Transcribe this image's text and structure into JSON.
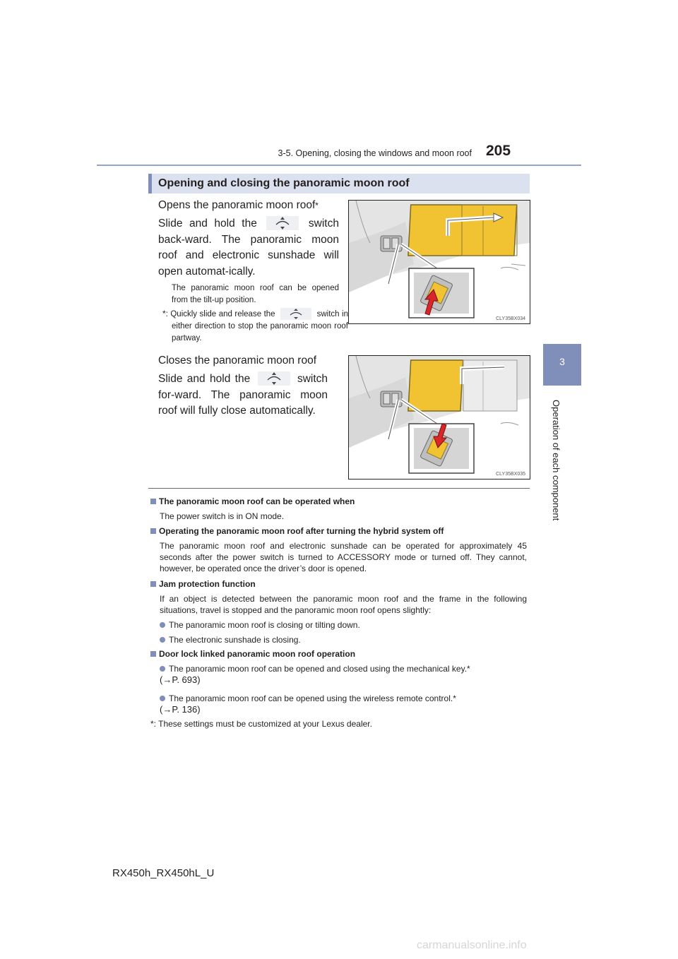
{
  "header": {
    "section_title": "3-5. Opening, closing the windows and moon roof",
    "page_number": "205"
  },
  "side_tab": {
    "number": "3",
    "label": "Operation of each component"
  },
  "section": {
    "title": "Opening and closing the panoramic moon roof"
  },
  "open": {
    "heading": "Opens the panoramic moon roof",
    "heading_mark": "*",
    "text_before": "Slide and hold the",
    "text_after": "switch back-ward. The panoramic moon roof and electronic sunshade will open automat-ically.",
    "sub_note": "The panoramic moon roof can be opened from the tilt-up position.",
    "star_mark": "*",
    "star_before": ": Quickly slide and release the",
    "star_after": "switch in either direction to stop the panoramic moon roof partway.",
    "figure_code": "CLY35BX034"
  },
  "close": {
    "heading": "Closes the panoramic moon roof",
    "text_before": "Slide and hold the",
    "text_after": "switch for-ward. The panoramic moon roof will fully close automatically.",
    "figure_code": "CLY35BX035"
  },
  "notes": {
    "n1_title": "The panoramic moon roof can be operated when",
    "n1_text": "The power switch is in ON mode.",
    "n2_title": "Operating the panoramic moon roof after turning the hybrid system off",
    "n2_text": "The panoramic moon roof and electronic sunshade can be operated for approximately 45 seconds after the power switch is turned to ACCESSORY mode or turned off. They cannot, however, be operated once the driver’s door is opened.",
    "n3_title": "Jam protection function",
    "n3_text": "If an object is detected between the panoramic moon roof and the frame in the following situations, travel is stopped and the panoramic moon roof opens slightly:",
    "n3_b1": "The panoramic moon roof is closing or tilting down.",
    "n3_b2": "The electronic sunshade is closing.",
    "n4_title": "Door lock linked panoramic moon roof operation",
    "n4_b1": "The panoramic moon roof can be opened and closed using the mechanical key.",
    "n4_b1_ref": "(→P. 693)",
    "n4_b2": "The panoramic moon roof can be opened using the wireless remote control.",
    "n4_b2_ref": "(→P. 136)",
    "star_mark": "*",
    "footnote": ": These settings must be customized at your Lexus dealer."
  },
  "footer": {
    "model": "RX450h_RX450hL_U"
  },
  "watermark": "carmanualsonline.info",
  "icons": {
    "switch": "moon-roof-switch-icon",
    "arrow_open": "red-arrow-up-icon",
    "arrow_close": "red-arrow-down-icon"
  },
  "colors": {
    "accent": "#7f8fba",
    "section_bg": "#dbe1ee",
    "rule": "#93a4c6",
    "sunshade": "#f1c232",
    "arrow": "#d9262b"
  }
}
